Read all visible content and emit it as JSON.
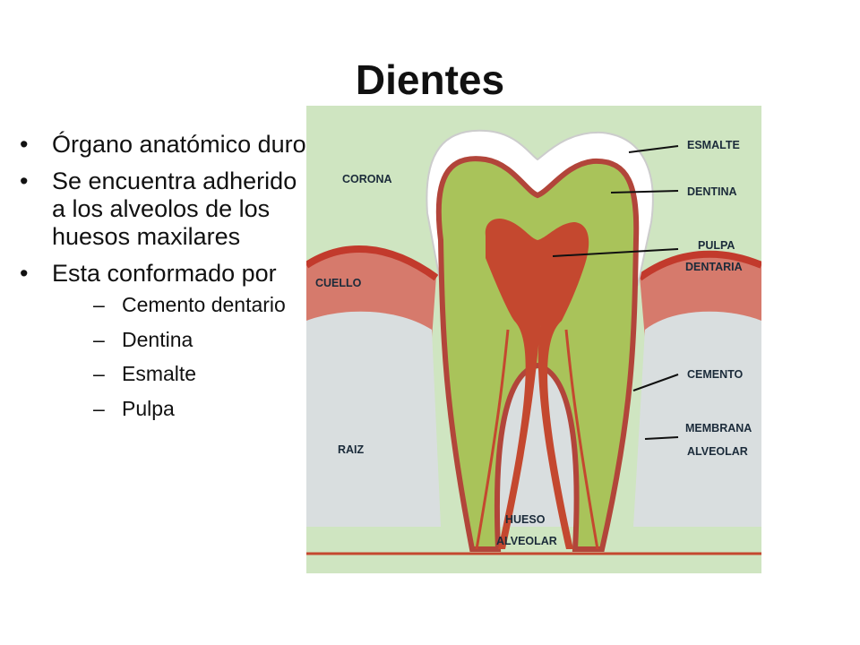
{
  "title": "Dientes",
  "bullets": [
    {
      "text": "Órgano anatómico duro"
    },
    {
      "text": "Se encuentra adherido a los alveolos de los huesos maxilares"
    },
    {
      "text": "Esta conformado por",
      "sub": [
        "Cemento dentario",
        "Dentina",
        "Esmalte",
        "Pulpa"
      ]
    }
  ],
  "diagram": {
    "labels": {
      "corona": "CORONA",
      "cuello": "CUELLO",
      "raiz": "RAIZ",
      "esmalte": "ESMALTE",
      "dentina": "DENTINA",
      "pulpa_1": "PULPA",
      "pulpa_2": "DENTARIA",
      "cemento": "CEMENTO",
      "membrana_1": "MEMBRANA",
      "membrana_2": "ALVEOLAR",
      "hueso_1": "HUESO",
      "hueso_2": "ALVEOLAR"
    },
    "colors": {
      "background": "#cfe5c1",
      "enamel": "#ffffff",
      "dentin": "#a9c35a",
      "pulp": "#c4482f",
      "gum": "#d67a6c",
      "gum_edge": "#c23a2c",
      "bone": "#d9dedf"
    }
  }
}
